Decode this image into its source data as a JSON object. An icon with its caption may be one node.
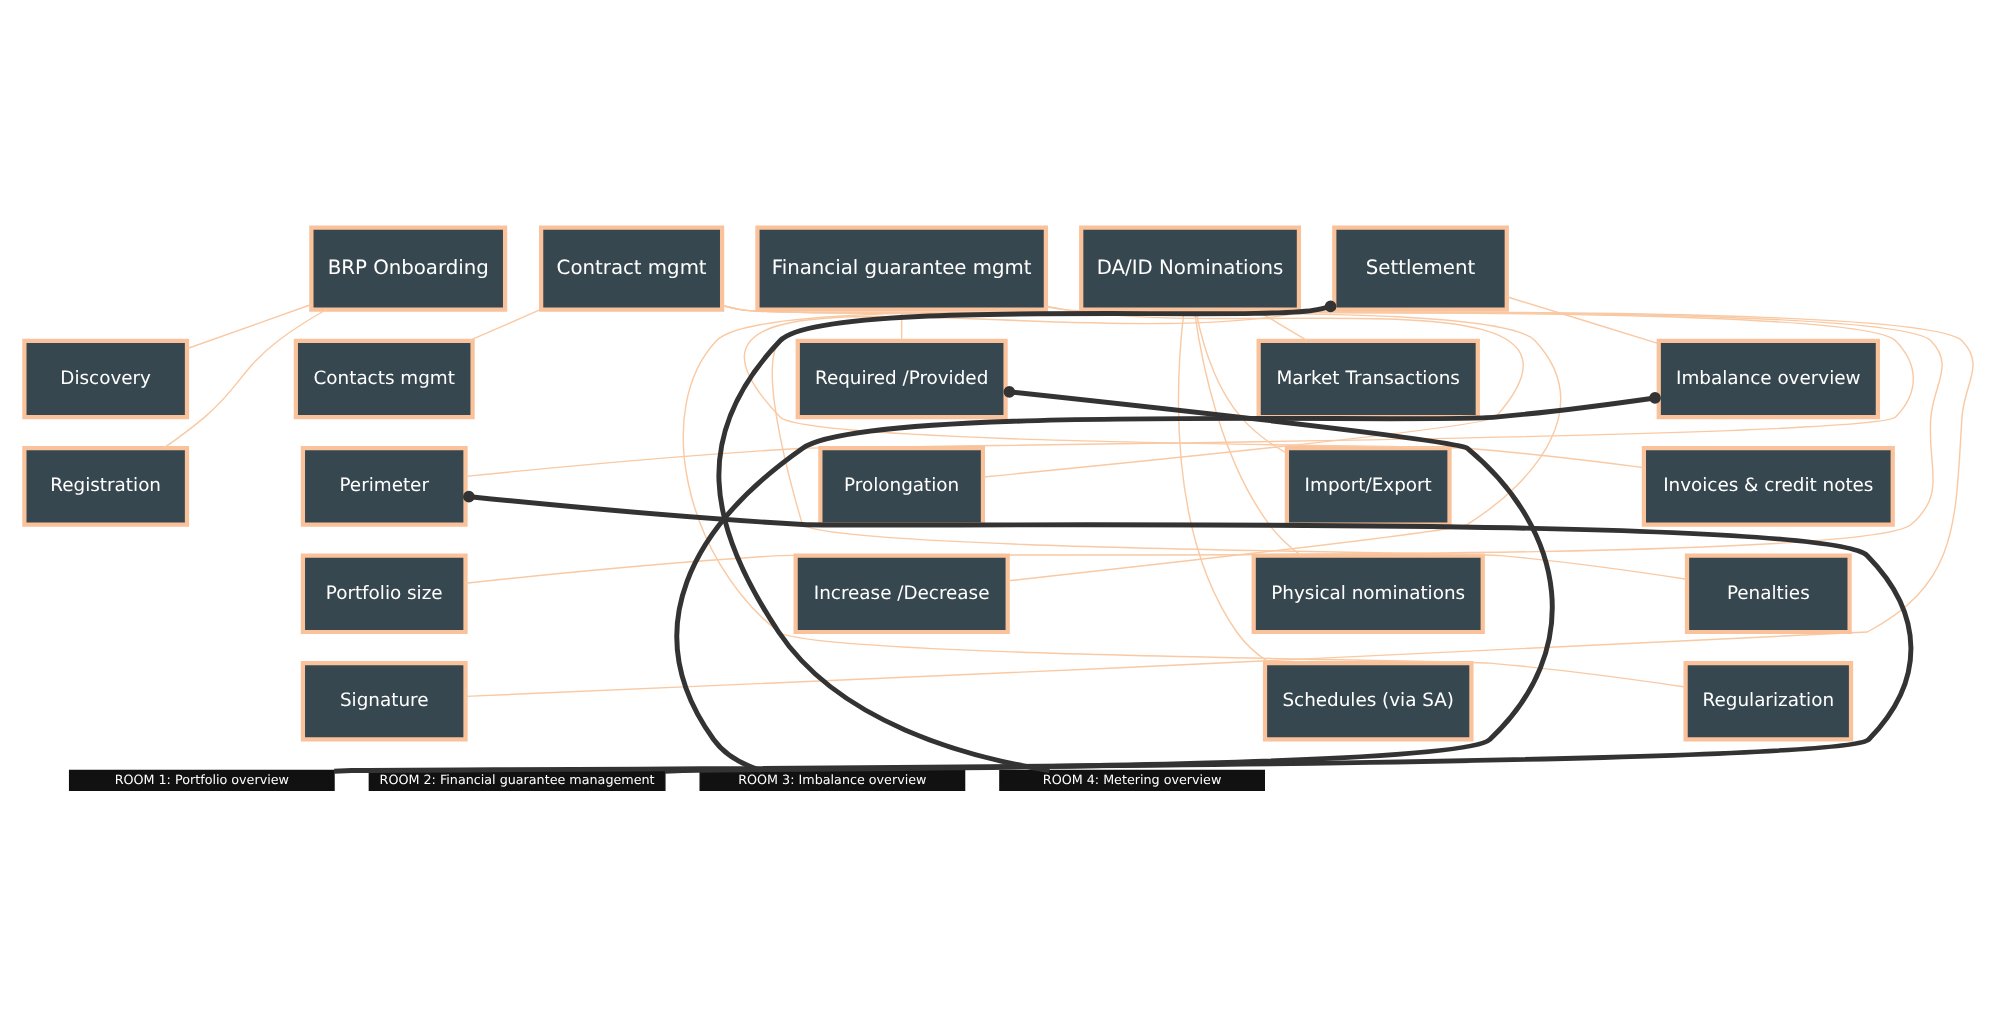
{
  "diagram": {
    "nodes": [
      {
        "text": [
          "BRP Onboarding"
        ]
      },
      {
        "text": [
          "Discovery"
        ]
      },
      {
        "text": [
          "Registration"
        ]
      },
      {
        "text": [
          "Contract mgmt"
        ]
      },
      {
        "text": [
          "Contacts mgmt"
        ]
      },
      {
        "text": [
          "Perimeter"
        ]
      },
      {
        "text": [
          "Portfolio size"
        ]
      },
      {
        "text": [
          "Signature"
        ]
      },
      {
        "text": [
          "Financial guarantee mgmt"
        ]
      },
      {
        "text": [
          "Required /Provided"
        ]
      },
      {
        "text": [
          "Prolongation"
        ]
      },
      {
        "text": [
          "Increase /Decrease"
        ]
      },
      {
        "text": [
          "DA/ID Nominations"
        ]
      },
      {
        "text": [
          "Market Transactions"
        ]
      },
      {
        "text": [
          "Import/Export"
        ]
      },
      {
        "text": [
          "Physical nominations"
        ]
      },
      {
        "text": [
          "Schedules (via SA)"
        ]
      },
      {
        "text": [
          "Settlement"
        ]
      },
      {
        "text": [
          "Imbalance overview"
        ]
      },
      {
        "text": [
          "Invoices & credit notes"
        ]
      },
      {
        "text": [
          "Penalties"
        ]
      },
      {
        "text": [
          "Regularization"
        ]
      },
      {
        "text": [
          "ROOM 1: Portfolio overview"
        ]
      },
      {
        "text": [
          "ROOM 2: Financial guarantee management"
        ]
      },
      {
        "text": [
          "ROOM 3: Imbalance overview"
        ]
      },
      {
        "text": [
          "ROOM 4: Metering overview"
        ]
      }
    ],
    "edges": [
      {
        "from": 0,
        "to": 1,
        "arrow": "none"
      },
      {
        "from": 0,
        "to": 2,
        "arrow": "none"
      },
      {
        "from": 3,
        "to": 4,
        "arrow": "none"
      },
      {
        "from": 3,
        "to": 5,
        "arrow": "none"
      },
      {
        "from": 3,
        "to": 6,
        "arrow": "none"
      },
      {
        "from": 3,
        "to": 7,
        "arrow": "none"
      },
      {
        "from": 8,
        "to": 9,
        "arrow": "none"
      },
      {
        "from": 8,
        "to": 10,
        "arrow": "none"
      },
      {
        "from": 8,
        "to": 11,
        "arrow": "none"
      },
      {
        "from": 12,
        "to": 13,
        "arrow": "none"
      },
      {
        "from": 12,
        "to": 14,
        "arrow": "none"
      },
      {
        "from": 12,
        "to": 15,
        "arrow": "none"
      },
      {
        "from": 12,
        "to": 16,
        "arrow": "none"
      },
      {
        "from": 17,
        "to": 18,
        "arrow": "none"
      },
      {
        "from": 17,
        "to": 19,
        "arrow": "none"
      },
      {
        "from": 17,
        "to": 20,
        "arrow": "none"
      },
      {
        "from": 17,
        "to": 21,
        "arrow": "none"
      },
      {
        "from": 22,
        "to": 5,
        "arrow": "other",
        "color": "#333333",
        "style": "thick"
      },
      {
        "from": 23,
        "to": 9,
        "arrow": "other",
        "color": "#333333",
        "style": "thick"
      },
      {
        "from": 24,
        "to": 18,
        "arrow": "other",
        "color": "#333333",
        "style": "thick"
      },
      {
        "from": 25,
        "to": 17,
        "arrow": "other",
        "color": "#333333",
        "style": "thick"
      }
    ]
  }
}
